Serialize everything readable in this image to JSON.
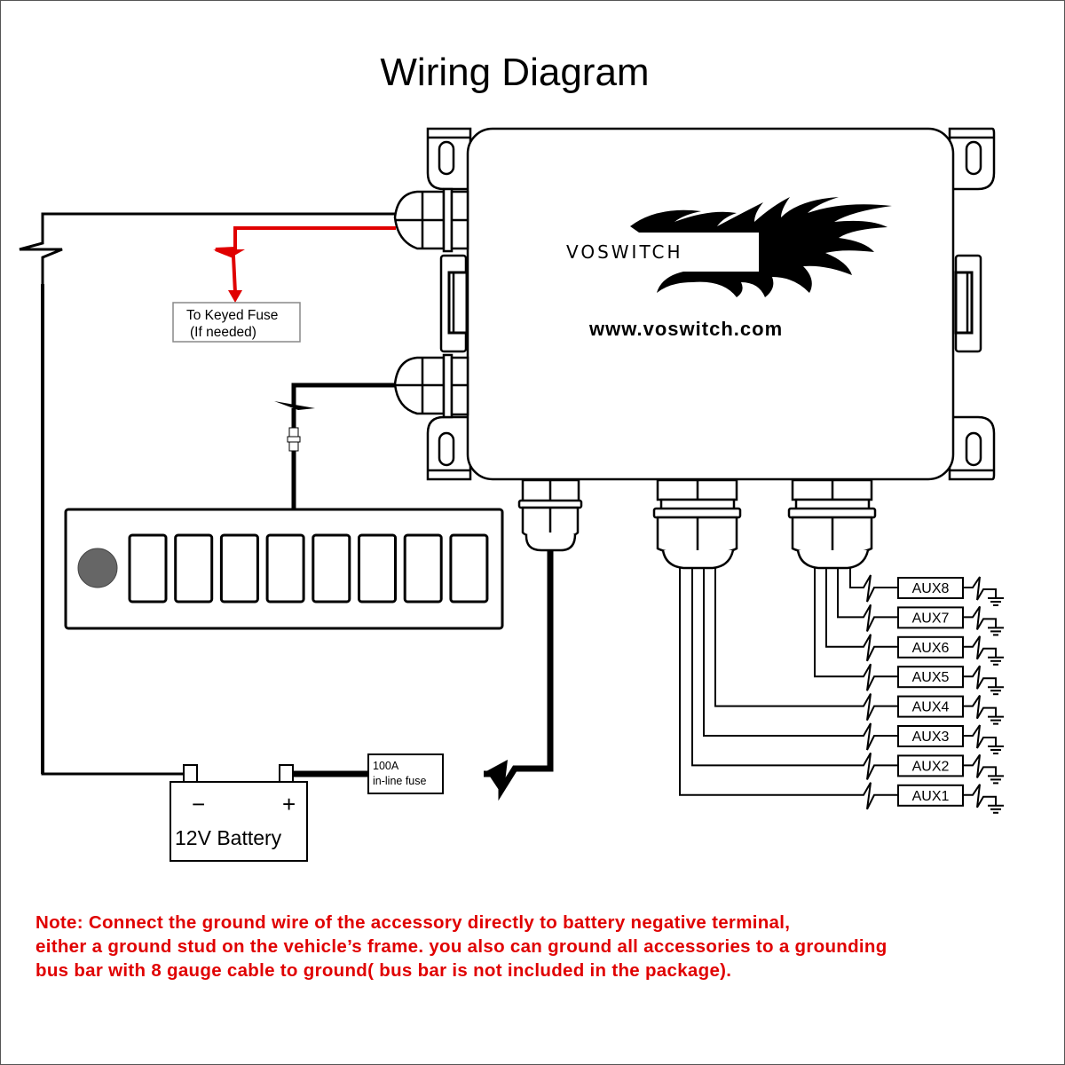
{
  "title": "Wiring Diagram",
  "control_box": {
    "brand": "VOSWITCH",
    "url_prefix": "www.voswitch.c",
    "url_suffix": "om"
  },
  "labels": {
    "keyed_fuse_line1": "To Keyed Fuse",
    "keyed_fuse_line2": "(If needed)",
    "fuse_line1": "100A",
    "fuse_line2": "in-line fuse",
    "battery_minus": "−",
    "battery_plus": "+",
    "battery": "12V Battery"
  },
  "switch_panel": {
    "switch_count": 8
  },
  "aux_outputs": [
    "AUX8",
    "AUX7",
    "AUX6",
    "AUX5",
    "AUX4",
    "AUX3",
    "AUX2",
    "AUX1"
  ],
  "colors": {
    "wire": "#000000",
    "accessory_wire": "#e00000",
    "note": "#e00000",
    "indicator": "#666666"
  },
  "note": {
    "line1": "Note: Connect the ground wire of the accessory directly to battery negative terminal,",
    "line2": "either a ground stud on the vehicle’s frame. you also can ground all accessories to a grounding",
    "line3": "bus bar with 8 gauge cable to ground( bus bar is not included in the package)."
  }
}
